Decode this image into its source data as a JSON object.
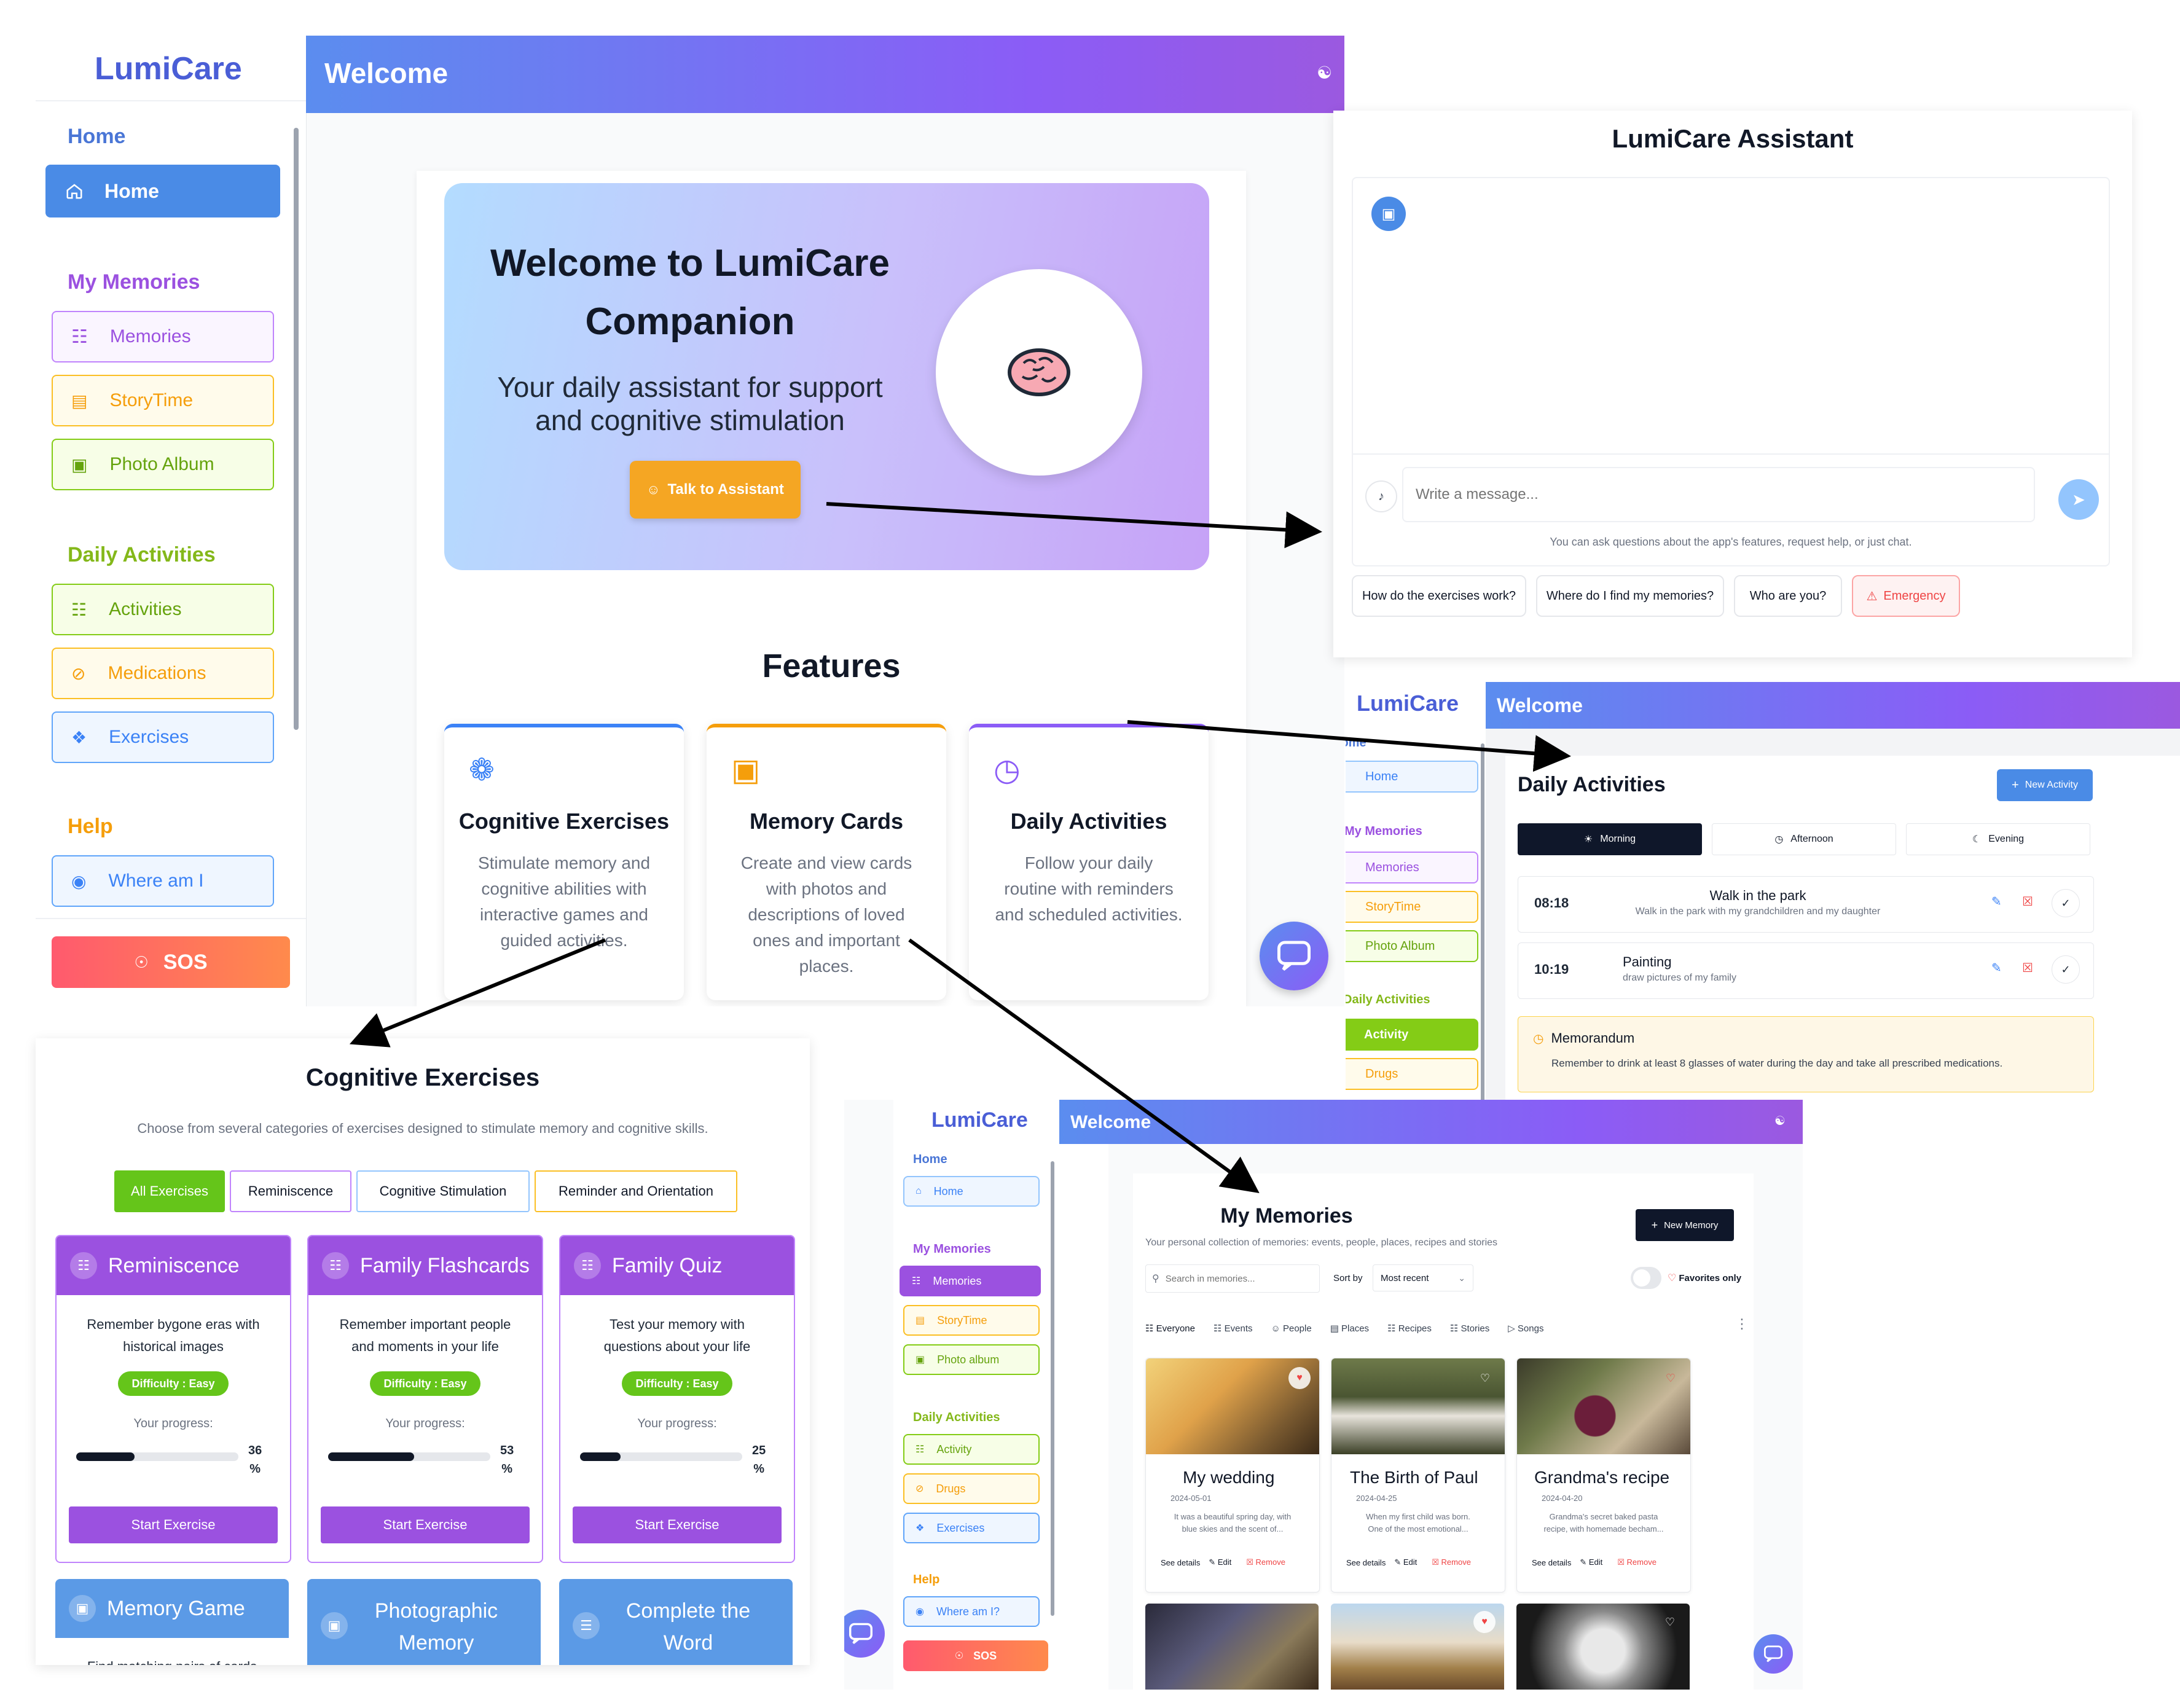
{
  "main": {
    "logo": "LumiCare",
    "header_title": "Welcome",
    "header_icon": "person-symbol-icon",
    "sidebar": {
      "home_section": "Home",
      "home_item": "Home",
      "memories_section": "My Memories",
      "memories_items": [
        "Memories",
        "StoryTime",
        "Photo Album"
      ],
      "daily_section": "Daily Activities",
      "daily_items": [
        "Activities",
        "Medications",
        "Exercises"
      ],
      "help_section": "Help",
      "help_items": [
        "Where am I"
      ],
      "sos": "SOS"
    },
    "hero": {
      "title_line1": "Welcome to LumiCare",
      "title_line2": "Companion",
      "subtitle_line1": "Your daily assistant for support",
      "subtitle_line2": "and cognitive stimulation",
      "cta": "Talk to Assistant"
    },
    "features_title": "Features",
    "features": [
      {
        "title": "Cognitive Exercises",
        "desc_lines": [
          "Stimulate memory and",
          "cognitive abilities with",
          "interactive games and",
          "guided activities."
        ],
        "accent": "#3b82f6"
      },
      {
        "title": "Memory Cards",
        "desc_lines": [
          "Create and view cards",
          "with photos and",
          "descriptions of loved",
          "ones and important",
          "places."
        ],
        "accent": "#f59e0b"
      },
      {
        "title": "Daily Activities",
        "desc_lines": [
          "Follow your daily",
          "routine with reminders",
          "and scheduled activities."
        ],
        "accent": "#8b5cf6"
      }
    ]
  },
  "assistant": {
    "title": "LumiCare Assistant",
    "input_placeholder": "Write a message...",
    "hint": "You can ask questions about the app's features, request help, or just chat.",
    "quick_replies": [
      "How do the exercises work?",
      "Where do I find my memories?",
      "Who are you?"
    ],
    "emergency": "Emergency"
  },
  "daily": {
    "logo": "LumiCare",
    "header_title": "Welcome",
    "sidebar": {
      "home_section": "Home",
      "home_item": "Home",
      "memories_section": "My Memories",
      "memories_items": [
        "Memories",
        "StoryTime",
        "Photo Album"
      ],
      "daily_section": "Daily Activities",
      "daily_items": [
        "Activity",
        "Drugs"
      ]
    },
    "title": "Daily Activities",
    "new_button": "New Activity",
    "tabs": [
      "Morning",
      "Afternoon",
      "Evening"
    ],
    "activities": [
      {
        "time": "08:18",
        "title": "Walk in the park",
        "desc": "Walk in the park with my grandchildren and my daughter"
      },
      {
        "time": "10:19",
        "title": "Painting",
        "desc": "draw pictures of my family"
      }
    ],
    "memo_title": "Memorandum",
    "memo_text": "Remember to drink at least 8 glasses of water during the day and take all prescribed medications."
  },
  "exercises": {
    "title": "Cognitive Exercises",
    "subtitle": "Choose from several categories of exercises designed to stimulate memory and cognitive skills.",
    "filters": [
      "All Exercises",
      "Reminiscence",
      "Cognitive Stimulation",
      "Reminder and Orientation"
    ],
    "cards": [
      {
        "title": "Reminiscence",
        "desc_lines": [
          "Remember bygone eras with",
          "historical images"
        ],
        "difficulty": "Difficulty : Easy",
        "progress_label": "Your progress:",
        "progress": 36,
        "pct_num": "36",
        "pct_sym": "%",
        "button": "Start Exercise"
      },
      {
        "title": "Family Flashcards",
        "desc_lines": [
          "Remember important people",
          "and moments in your life"
        ],
        "difficulty": "Difficulty : Easy",
        "progress_label": "Your progress:",
        "progress": 53,
        "pct_num": "53",
        "pct_sym": "%",
        "button": "Start Exercise"
      },
      {
        "title": "Family Quiz",
        "desc_lines": [
          "Test your memory with",
          "questions about your life"
        ],
        "difficulty": "Difficulty : Easy",
        "progress_label": "Your progress:",
        "progress": 25,
        "pct_num": "25",
        "pct_sym": "%",
        "button": "Start Exercise"
      }
    ],
    "lower_cards": [
      {
        "title_lines": [
          "Memory Game"
        ],
        "snippet": "Find matching pairs of cards"
      },
      {
        "title_lines": [
          "Photographic",
          "Memory"
        ]
      },
      {
        "title_lines": [
          "Complete the",
          "Word"
        ]
      }
    ]
  },
  "memories": {
    "logo": "LumiCare",
    "header_title": "Welcome",
    "sidebar": {
      "home_section": "Home",
      "home_item": "Home",
      "memories_section": "My Memories",
      "memories_items": [
        "Memories",
        "StoryTime",
        "Photo album"
      ],
      "daily_section": "Daily Activities",
      "daily_items": [
        "Activity",
        "Drugs",
        "Exercises"
      ],
      "help_section": "Help",
      "help_items": [
        "Where am I?"
      ],
      "sos": "SOS"
    },
    "title": "My Memories",
    "subtitle": "Your personal collection of memories: events, people, places, recipes and stories",
    "new_button": "New Memory",
    "search_placeholder": "Search in memories...",
    "sort_label": "Sort by",
    "sort_value": "Most recent",
    "favorites": "Favorites only",
    "categories": [
      "Everyone",
      "Events",
      "People",
      "Places",
      "Recipes",
      "Stories",
      "Songs"
    ],
    "cards": [
      {
        "title": "My wedding",
        "date": "2024-05-01",
        "desc_lines": [
          "It was a beautiful spring day, with",
          "blue skies and the scent of..."
        ],
        "favorite": true
      },
      {
        "title": "The Birth of Paul",
        "date": "2024-04-25",
        "desc_lines": [
          "When my first child was born.",
          "One of the most emotional..."
        ],
        "favorite": false
      },
      {
        "title": "Grandma's recipe",
        "date": "2024-04-20",
        "desc_lines": [
          "Grandma's secret baked pasta",
          "recipe, with homemade becham..."
        ],
        "favorite": false
      }
    ],
    "actions": {
      "details": "See details",
      "edit": "Edit",
      "remove": "Remove"
    }
  }
}
